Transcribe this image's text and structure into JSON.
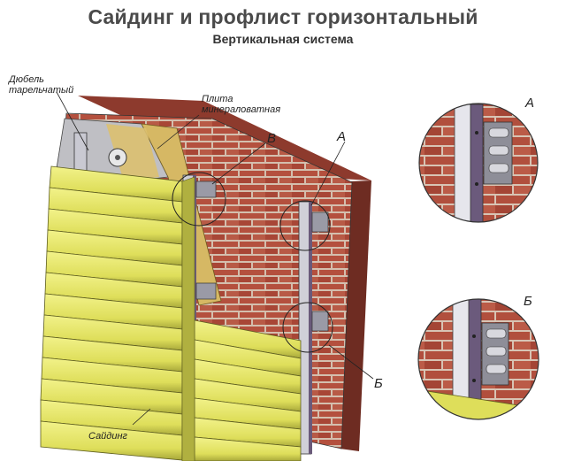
{
  "title": "Сайдинг и профлист горизонтальный",
  "subtitle": "Вертикальная система",
  "labels": {
    "dowel_line1": "Дюбель",
    "dowel_line2": "тарельчатый",
    "wool_line1": "Плита",
    "wool_line2": "минераловатная",
    "siding": "Сайдинг"
  },
  "callouts": {
    "a": "А",
    "b": "Б",
    "v": "В"
  },
  "detail_labels": {
    "a": "А",
    "b": "Б"
  },
  "colors": {
    "brick": "#b4503e",
    "mortar": "#d9c3b3",
    "siding": "#e4e46a",
    "wool": "#d4b460",
    "profile": "#cfcfd6"
  }
}
